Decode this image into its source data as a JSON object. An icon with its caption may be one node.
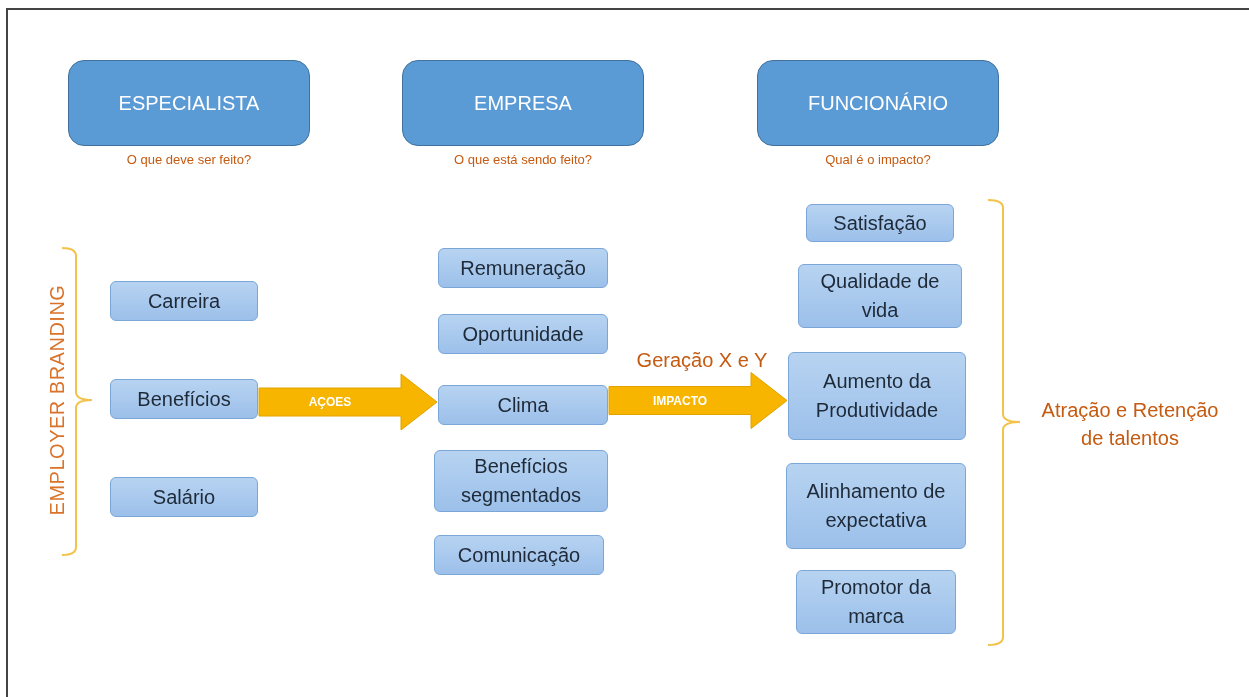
{
  "diagram": {
    "nodes": [
      {
        "text": [
          "ESPECIALISTA"
        ],
        "beside": [
          "O que deve ser feito?"
        ]
      },
      {
        "text": [
          "EMPRESA"
        ],
        "beside": [
          "O que está sendo feito?"
        ]
      },
      {
        "text": [
          "FUNCIONÁRIO"
        ],
        "beside": [
          "Qual é o impacto?"
        ]
      },
      {
        "text": [
          "Carreira"
        ]
      },
      {
        "text": [
          "Benefícios"
        ]
      },
      {
        "text": [
          "Salário"
        ]
      },
      {
        "text": [
          "Remuneração"
        ]
      },
      {
        "text": [
          "Oportunidade"
        ]
      },
      {
        "text": [
          "Clima"
        ]
      },
      {
        "text": [
          "Benefícios segmentados"
        ]
      },
      {
        "text": [
          "Comunicação"
        ]
      },
      {
        "text": [
          "Satisfação"
        ]
      },
      {
        "text": [
          "Qualidade de vida"
        ]
      },
      {
        "text": [
          "Aumento da Produtividade"
        ]
      },
      {
        "text": [
          "Alinhamento de expectativa"
        ]
      },
      {
        "text": [
          "Promotor da marca"
        ]
      }
    ],
    "edges": [
      {
        "from": 4,
        "to": 8,
        "arrow": "to",
        "label": "AÇOES",
        "style": "thick"
      },
      {
        "from": 8,
        "to": 13,
        "arrow": "to",
        "label": "IMPACTO",
        "style": "thick"
      }
    ],
    "labels": [
      "EMPLOYER BRANDING",
      "Geração X e Y",
      "Atração e Retenção de talentos"
    ]
  }
}
